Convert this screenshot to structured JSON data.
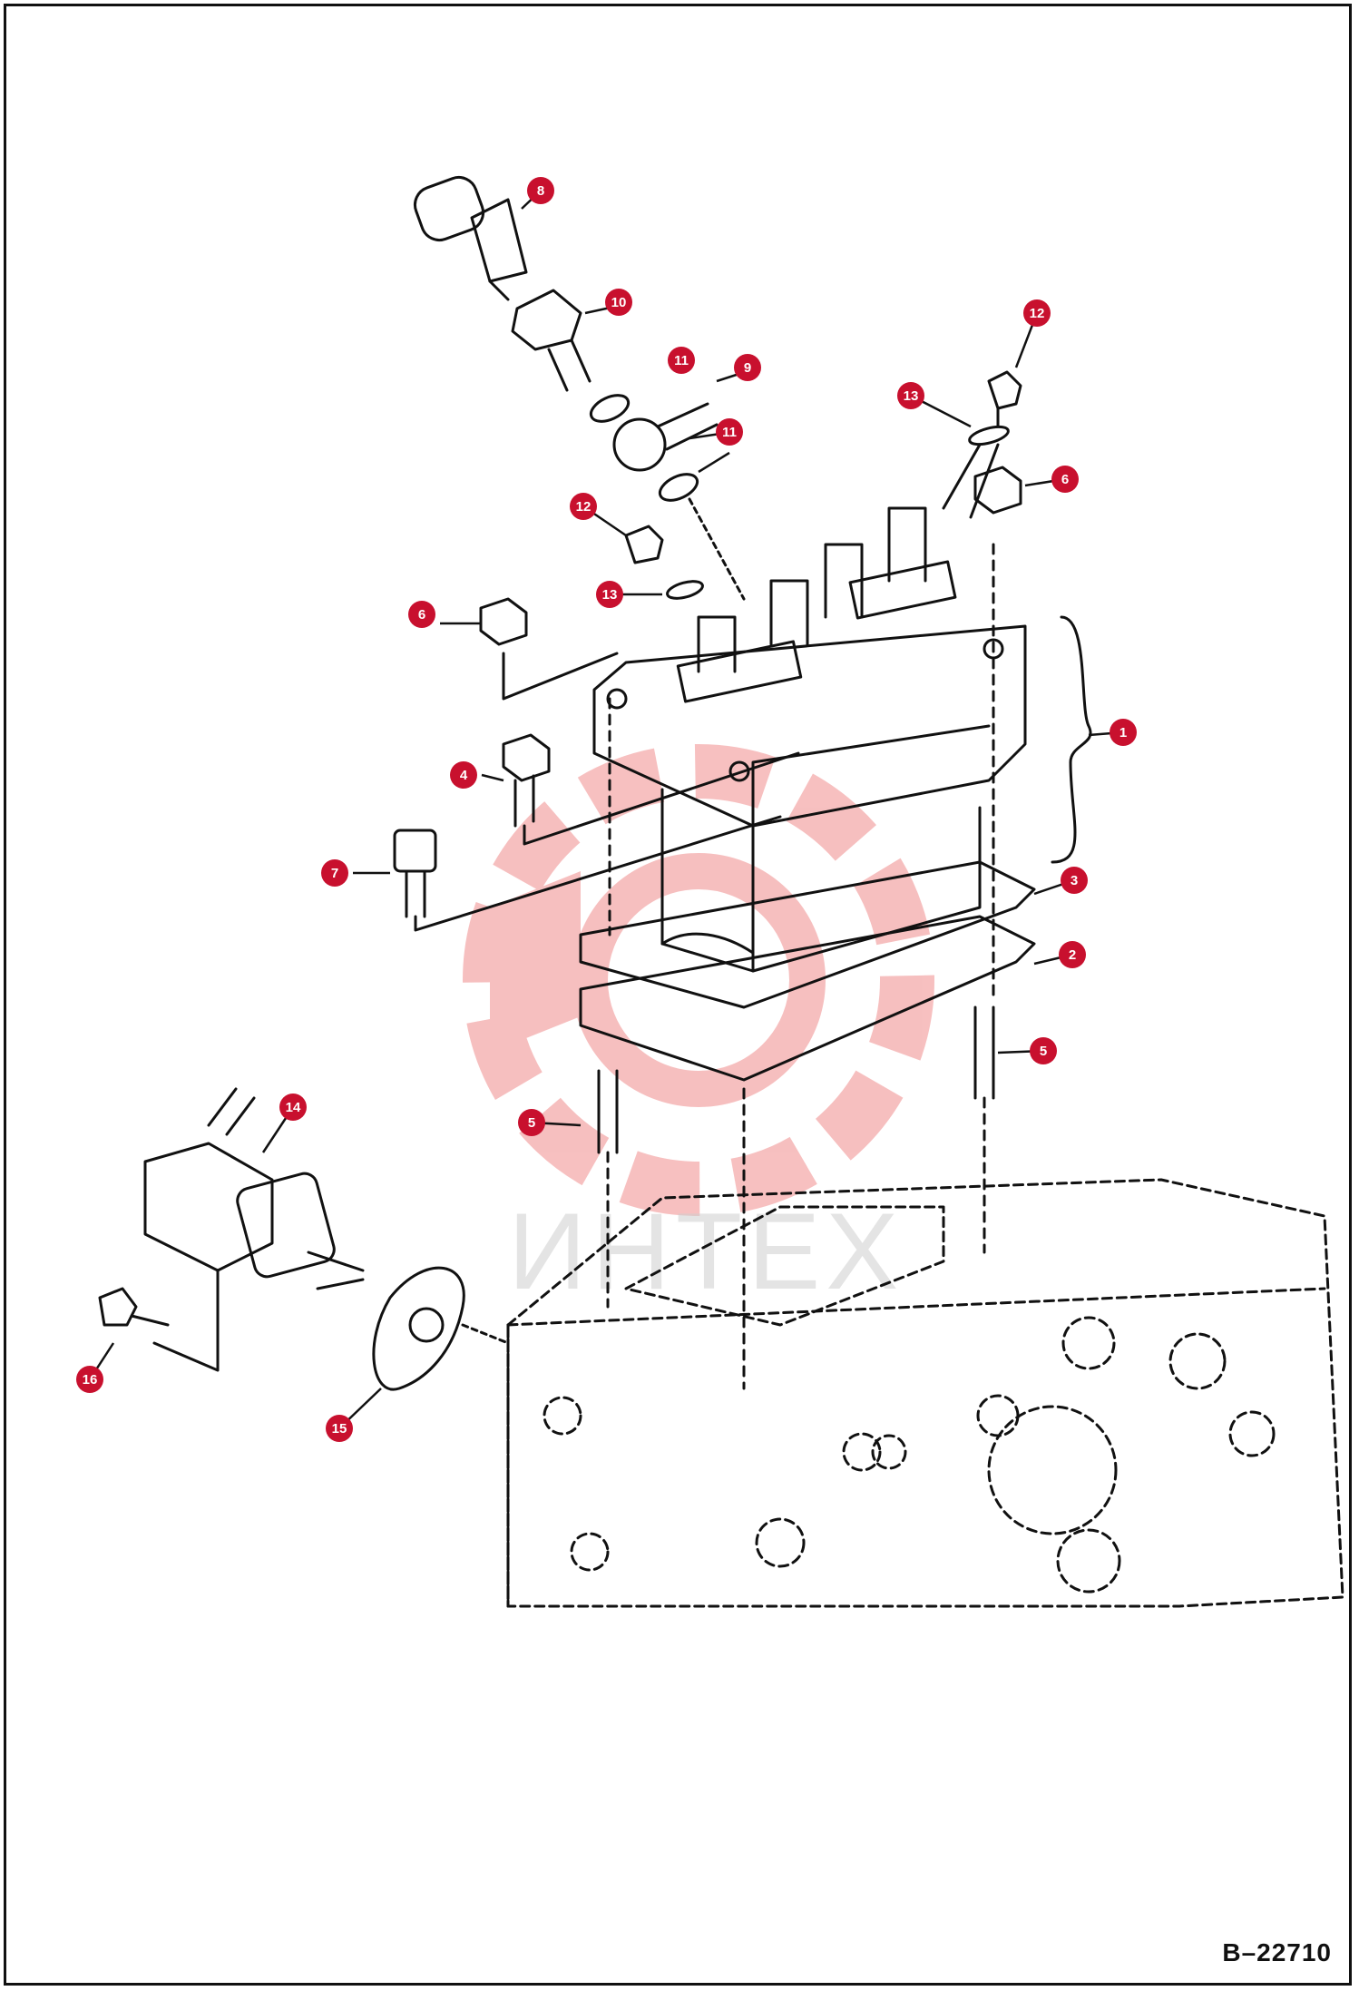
{
  "watermark": {
    "text": "ИНТЕХ",
    "color": "#e84a4a"
  },
  "colors": {
    "callout": "#c8102e",
    "line": "#111111"
  },
  "diagram_code": "B–22710",
  "callouts": [
    "1",
    "2",
    "3",
    "4",
    "5",
    "5",
    "6",
    "6",
    "7",
    "8",
    "9",
    "10",
    "11",
    "11",
    "12",
    "12",
    "13",
    "13",
    "14",
    "15",
    "16"
  ]
}
